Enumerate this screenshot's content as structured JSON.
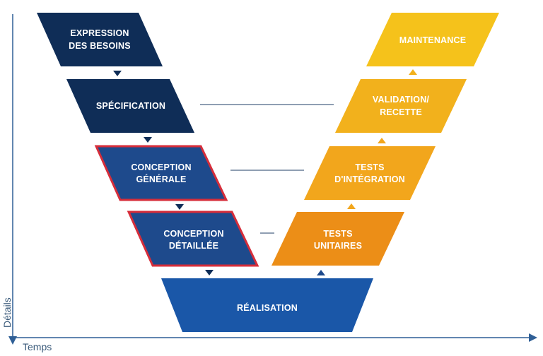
{
  "diagram": {
    "colors": {
      "navy": "#0f2d57",
      "blue": "#1e4a8c",
      "blue_base": "#1a57a8",
      "red_border": "#d62d3a",
      "yellow": "#f5c21b",
      "amber": "#f2a61c",
      "orange": "#ec8e17",
      "axis": "#2f5f96",
      "connector": "#6a7f99"
    },
    "left_branch": [
      {
        "line1": "EXPRESSION",
        "line2": "DES BESOINS"
      },
      {
        "line1": "SPÉCIFICATION",
        "line2": ""
      },
      {
        "line1": "CONCEPTION",
        "line2": "GÉNÉRALE",
        "highlighted": true
      },
      {
        "line1": "CONCEPTION",
        "line2": "DÉTAILLÉE",
        "highlighted": true
      }
    ],
    "base": {
      "line1": "RÉALISATION"
    },
    "right_branch": [
      {
        "line1": "MAINTENANCE",
        "line2": ""
      },
      {
        "line1": "VALIDATION/",
        "line2": "RECETTE"
      },
      {
        "line1": "TESTS",
        "line2": "D'INTÉGRATION"
      },
      {
        "line1": "TESTS",
        "line2": "UNITAIRES"
      }
    ],
    "axes": {
      "y_label": "Détails",
      "x_label": "Temps"
    }
  }
}
